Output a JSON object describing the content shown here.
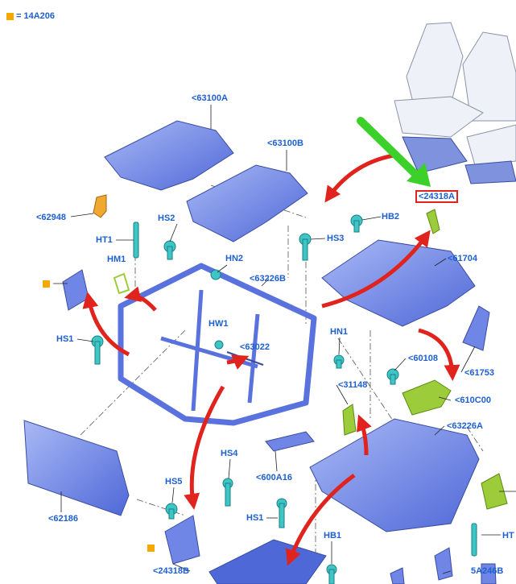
{
  "legend": {
    "marker_color": "#f5a800",
    "text": "= 14A206"
  },
  "colors": {
    "label": "#1e5fd0",
    "part_blue": "#6f86e6",
    "part_green": "#9ccc3a",
    "part_cyan": "#3ec6c6",
    "arrow_red": "#e0231c",
    "arrow_green": "#3bd12a",
    "highlight_box": "#e0231c"
  },
  "labels": {
    "l63100A": "<63100A",
    "l63100B": "<63100B",
    "l62948": "<62948",
    "l24318A": "<24318A",
    "lHS2": "HS2",
    "lHB2": "HB2",
    "lHT1": "HT1",
    "lHS3": "HS3",
    "lHM1": "HM1",
    "lHN2": "HN2",
    "l61704": "<61704",
    "l63226B": "<63226B",
    "lHW1": "HW1",
    "lHS1a": "HS1",
    "l63022": "<63022",
    "lHN1": "HN1",
    "l60108": "<60108",
    "l61753": "<61753",
    "l31148": "<31148",
    "l610C00": "<610C00",
    "l63226A": "<63226A",
    "lHS4": "HS4",
    "lHS5": "HS5",
    "l600A16": "<600A16",
    "l62186": "<62186",
    "lHS1b": "HS1",
    "lHB1": "HB1",
    "lHT": "HT",
    "l24318B": "<24318B",
    "l5A246B": "5A246B"
  },
  "icons": {
    "legend_marker": "square-marker-icon",
    "cutout": "seat-assembly-icon"
  }
}
